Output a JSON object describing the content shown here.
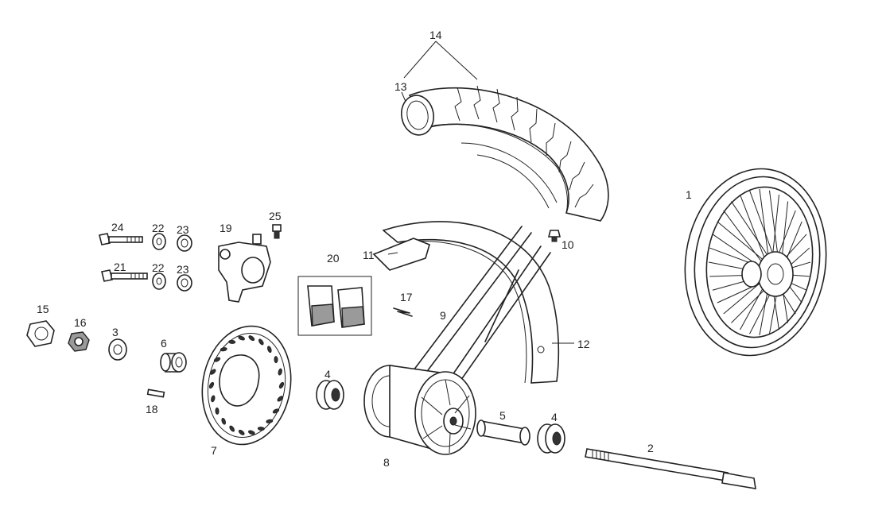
{
  "labels": {
    "l1": "1",
    "l2": "2",
    "l3": "3",
    "l4a": "4",
    "l4b": "4",
    "l5": "5",
    "l6": "6",
    "l7": "7",
    "l8": "8",
    "l9": "9",
    "l10": "10",
    "l11": "11",
    "l12": "12",
    "l13": "13",
    "l14": "14",
    "l15": "15",
    "l16": "16",
    "l17": "17",
    "l18": "18",
    "l19": "19",
    "l20": "20",
    "l21": "21",
    "l22a": "22",
    "l22b": "22",
    "l23a": "23",
    "l23b": "23",
    "l24": "24",
    "l25": "25"
  }
}
